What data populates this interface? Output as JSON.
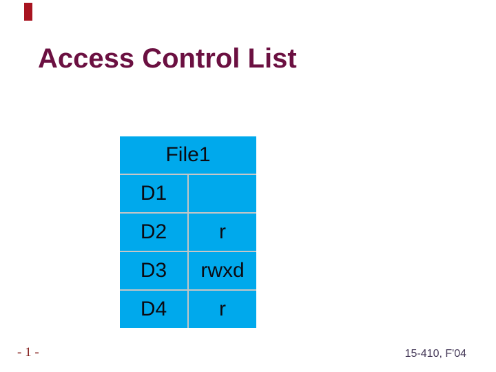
{
  "slide": {
    "title": "Access Control List",
    "footer_left": "- 1 -",
    "footer_right": "15-410, F'04"
  },
  "table": {
    "header": "File1",
    "rows": [
      {
        "domain": "D1",
        "rights": ""
      },
      {
        "domain": "D2",
        "rights": "r"
      },
      {
        "domain": "D3",
        "rights": "rwxd"
      },
      {
        "domain": "D4",
        "rights": "r"
      }
    ]
  },
  "colors": {
    "background": "#FFFFFF",
    "corner_bar": "#A81420",
    "title_text": "#6B1041",
    "table_background": "#00A9EC",
    "table_gridlines": "#C6C6C6",
    "table_text": "#0B0B12",
    "footer_left_text": "#801815",
    "footer_right_text": "#463A59"
  }
}
